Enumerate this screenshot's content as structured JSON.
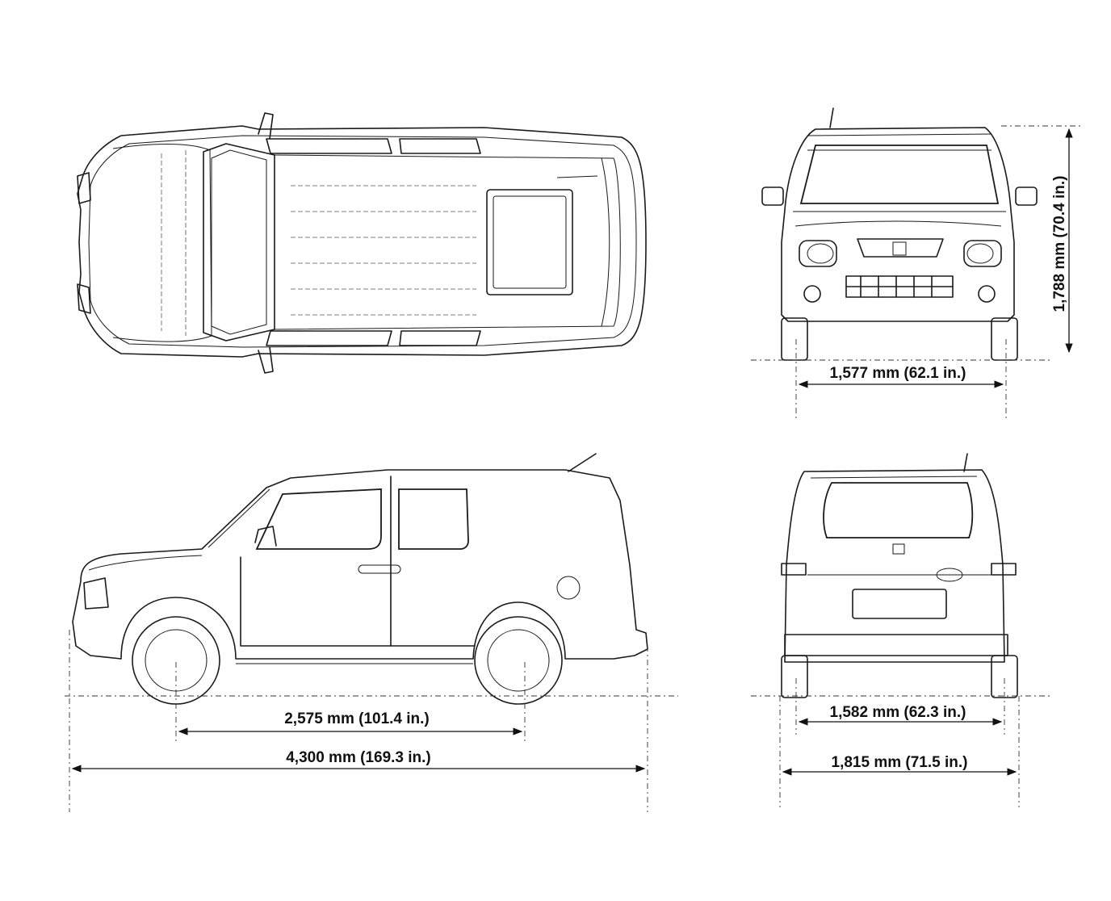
{
  "dimensions": {
    "wheelbase": "2,575 mm (101.4 in.)",
    "overall_length": "4,300 mm (169.3 in.)",
    "front_track": "1,577 mm (62.1 in.)",
    "overall_height": "1,788 mm (70.4 in.)",
    "rear_track": "1,582 mm (62.3 in.)",
    "overall_width": "1,815 mm (71.5 in.)"
  }
}
